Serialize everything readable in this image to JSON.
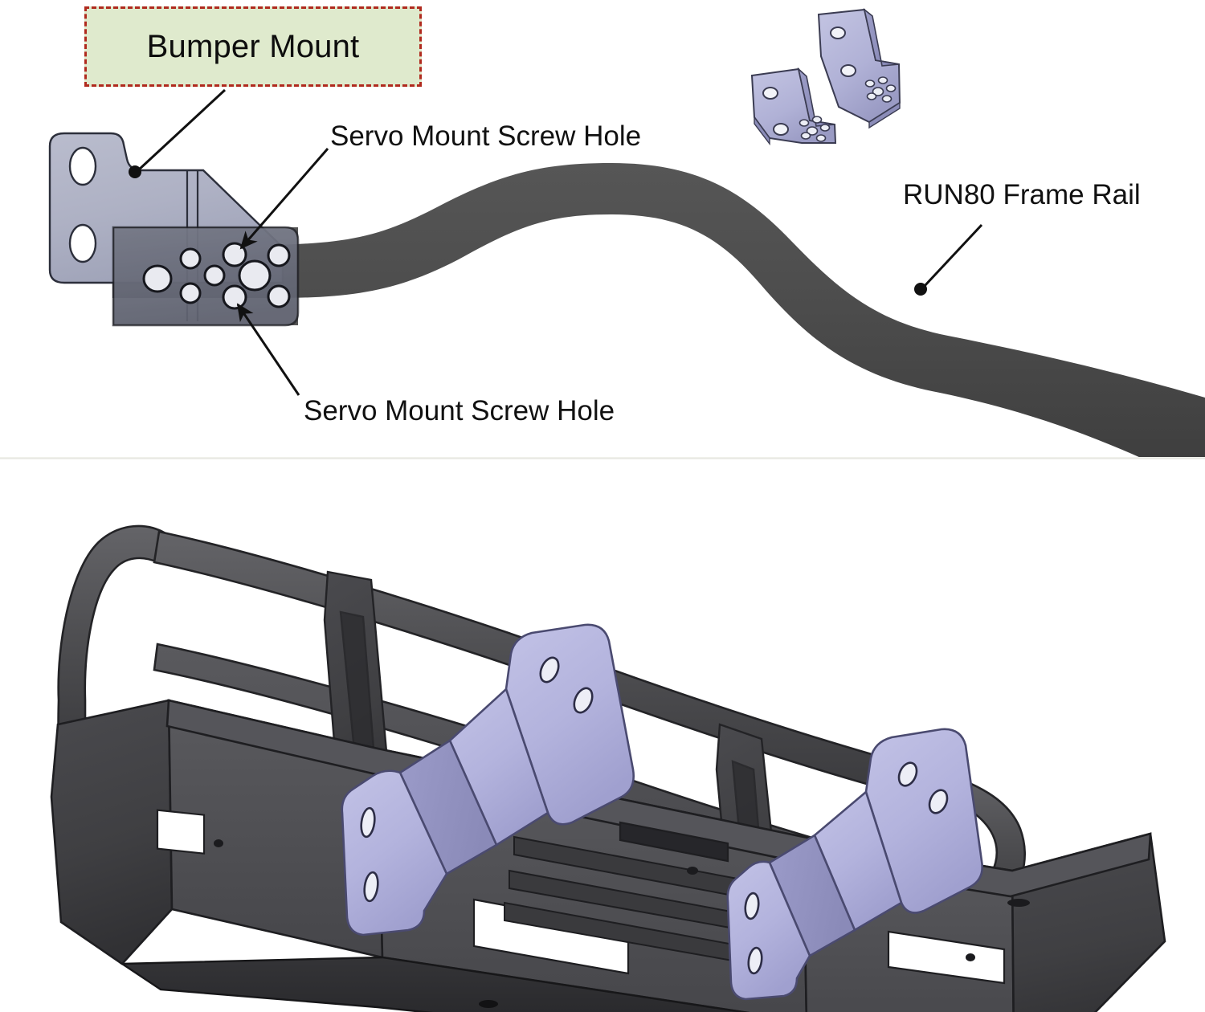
{
  "document": {
    "type": "technical-assembly-diagram",
    "title": "RC Bumper Mount Installation Diagram",
    "background_color": "#ffffff"
  },
  "panels": {
    "top": {
      "name": "exploded-mount-detail",
      "callout": {
        "label": "Bumper Mount",
        "fill_color": "#dfeacd",
        "border_color": "#b02a1e",
        "border_style": "dashed"
      },
      "annotations": [
        {
          "id": "servo-hole-top",
          "label": "Servo Mount Screw Hole",
          "terminator": "arrow"
        },
        {
          "id": "servo-hole-bottom",
          "label": "Servo Mount Screw Hole",
          "terminator": "arrow"
        },
        {
          "id": "frame-rail",
          "label": "RUN80 Frame Rail",
          "terminator": "dot"
        },
        {
          "id": "bumper-mount",
          "label": "Bumper Mount",
          "terminator": "dot"
        }
      ],
      "parts": [
        {
          "id": "bumper-mount-bracket",
          "name": "Bumper Mount Bracket",
          "color": "#aeb1c4",
          "oval_hole_count": 2
        },
        {
          "id": "frame-rail-part",
          "name": "RUN80 Frame Rail",
          "color": "#4d4d4d"
        },
        {
          "id": "rail-end-plate",
          "name": "Frame Rail End Plate",
          "color": "#7b7f92",
          "screw_hole_count": 8
        },
        {
          "id": "bracket-pair-3d",
          "name": "Bumper Mount Bracket Pair",
          "color": "#b5b6d8",
          "quantity": 2
        }
      ]
    },
    "bottom": {
      "name": "assembled-bumper-view",
      "parts": [
        {
          "id": "bull-bar-hoop",
          "name": "Bull Bar Hoop",
          "color": "#4f4f52"
        },
        {
          "id": "bumper-body",
          "name": "Winch Bumper Body",
          "color": "#3f3f42"
        },
        {
          "id": "skid-plate",
          "name": "Skid Plate",
          "color": "#2b2b2e"
        },
        {
          "id": "mount-bracket-left",
          "name": "Bumper Mount Bracket (Left)",
          "color": "#b3b3dd",
          "oval_hole_count": 4
        },
        {
          "id": "mount-bracket-right",
          "name": "Bumper Mount Bracket (Right)",
          "color": "#b3b3dd",
          "oval_hole_count": 4
        }
      ]
    }
  },
  "colors": {
    "callout_fill": "#dfeacd",
    "callout_border": "#b02a1e",
    "bracket_blue_gray": "#aeb1c4",
    "bracket_lavender": "#b3b3dd",
    "frame_rail_dark": "#4d4d4d",
    "bumper_dark": "#3f3f42",
    "leader_line": "#111111",
    "text": "#111111"
  }
}
